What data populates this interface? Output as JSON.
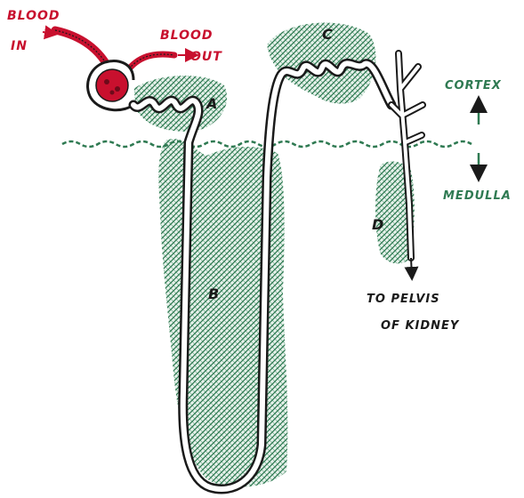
{
  "labels": {
    "blood_in_line1": "BLOOD",
    "blood_in_line2": "IN",
    "blood_out_line1": "BLOOD",
    "blood_out_line2": "OUT",
    "region_a": "A",
    "region_b": "B",
    "region_c": "C",
    "region_d": "D",
    "cortex": "CORTEX",
    "medulla": "MEDULLA",
    "pelvis_line1": "TO PELVIS",
    "pelvis_line2": "OF KIDNEY"
  },
  "colors": {
    "blood": "#c8102e",
    "shading": "#2f7a52",
    "outline": "#1a1a1a"
  }
}
